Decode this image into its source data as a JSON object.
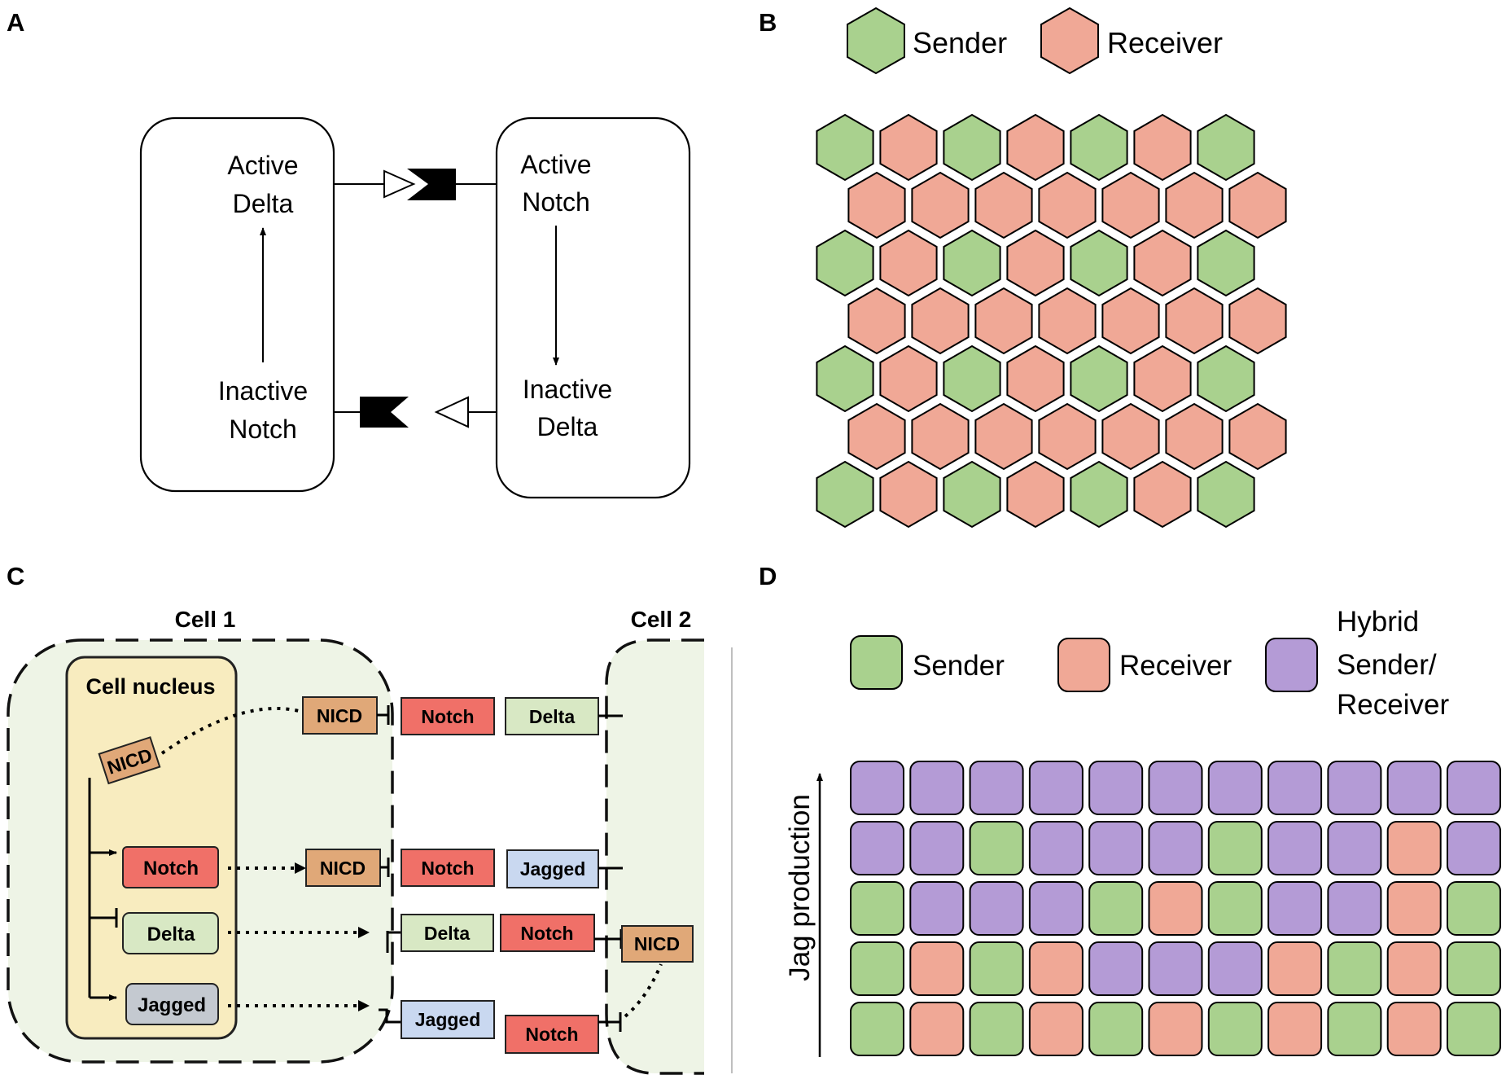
{
  "panels": {
    "a": {
      "label": "A",
      "active_delta": [
        "Active",
        "Delta"
      ],
      "inactive_notch": [
        "Inactive",
        "Notch"
      ],
      "active_notch": [
        "Active",
        "Notch"
      ],
      "inactive_delta": [
        "Inactive",
        "Delta"
      ]
    },
    "b": {
      "label": "B",
      "legend": {
        "sender": "Sender",
        "receiver": "Receiver"
      },
      "colors": {
        "sender": "#a9d18e",
        "receiver": "#f0a896"
      },
      "grid": [
        "SRSRSRS",
        "RRRRRRR",
        "SRSRSRS",
        "RRRRRRR",
        "SRSRSRS",
        "RRRRRRR",
        "SRSRSRS"
      ]
    },
    "c": {
      "label": "C",
      "cell1": "Cell 1",
      "cell2": "Cell 2",
      "nucleus": "Cell nucleus",
      "nicd": "NICD",
      "notch": "Notch",
      "delta": "Delta",
      "jagged": "Jagged",
      "colors": {
        "cell_fill": "#eef4e6",
        "nucleus_fill": "#f8ecbf",
        "nucleus_border": "#333333",
        "nicd": "#e0a878",
        "notch": "#f07068",
        "delta": "#d8e8c4",
        "jagged": "#c9d8f0",
        "jagged_nucleus": "#c4c9d0"
      }
    },
    "d": {
      "label": "D",
      "legend": {
        "sender": "Sender",
        "receiver": "Receiver",
        "hybrid": [
          "Hybrid",
          "Sender/",
          "Receiver"
        ]
      },
      "axis_label": "Jag production",
      "colors": {
        "sender": "#a9d18e",
        "receiver": "#f0a896",
        "hybrid": "#b49bd6"
      },
      "grid": [
        "HHHHHHHHHHH",
        "HHSHHHSHHRH",
        "SHHHSRSHHRS",
        "SRSRHHHRSRS",
        "SRSRSRSRSRS"
      ]
    }
  }
}
